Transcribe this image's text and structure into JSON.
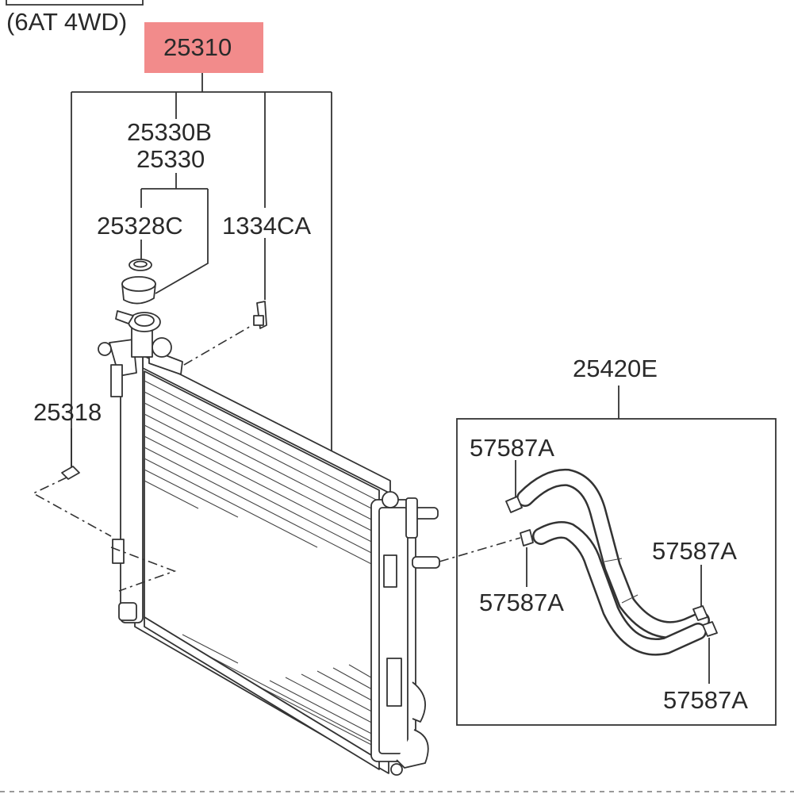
{
  "header": {
    "variant": "(6AT 4WD)"
  },
  "highlight_color": "#f28b8b",
  "labels": {
    "assembly": "25310",
    "cap_assy_b": "25330B",
    "cap_assy": "25330",
    "cap_seal": "25328C",
    "bracket": "1334CA",
    "drain_plug": "25318",
    "hose_kit": "25420E",
    "clamp_1": "57587A",
    "clamp_2": "57587A",
    "clamp_3": "57587A",
    "clamp_4": "57587A"
  }
}
